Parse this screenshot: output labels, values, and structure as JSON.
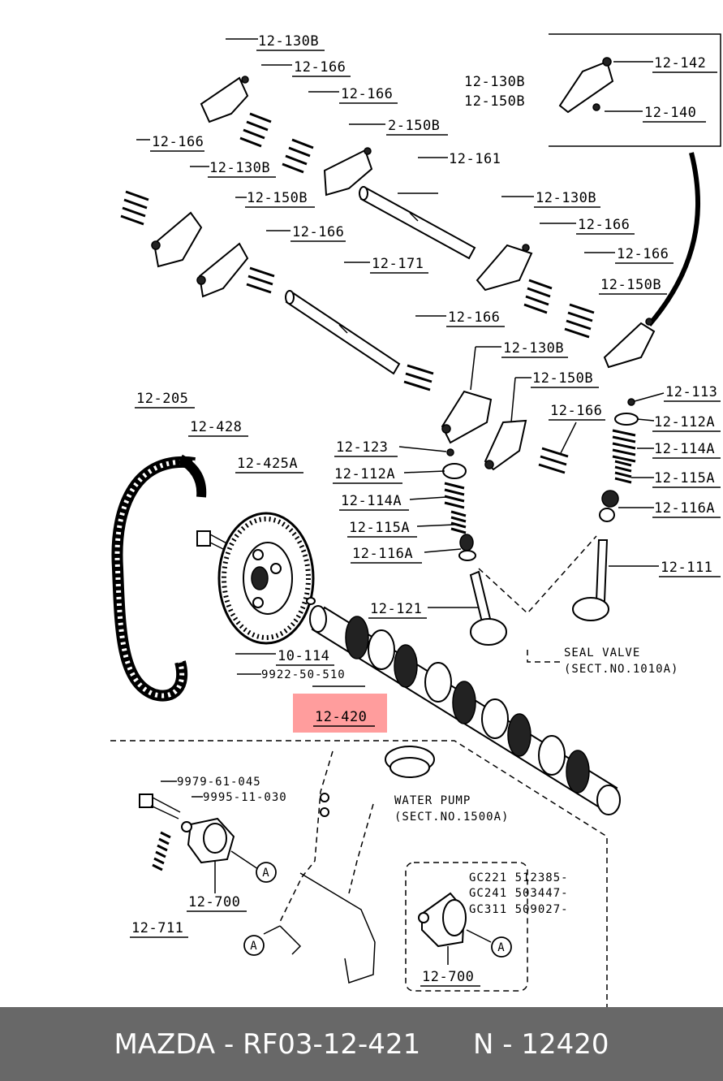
{
  "labels": {
    "l01": "12-130B",
    "l02": "12-166",
    "l03": "12-166",
    "l04": "2-150B",
    "l05": "12-166",
    "l06": "12-130B",
    "l07": "12-150B",
    "l08": "12-166",
    "l09": "12-171",
    "l10": "12-161",
    "l11": "12-130B",
    "l12": "12-166",
    "l13": "12-166",
    "l14": "12-150B",
    "l15": "12-166",
    "l16": "12-130B",
    "l17": "12-150B",
    "l18": "12-166",
    "l19": "12-130B",
    "l20": "12-150B",
    "l21": "12-142",
    "l22": "12-140",
    "l23": "12-205",
    "l24": "12-428",
    "l25": "12-425A",
    "l26": "12-123",
    "l27": "12-112A",
    "l28": "12-114A",
    "l29": "12-115A",
    "l30": "12-116A",
    "l31": "12-121",
    "l32": "12-113",
    "l33": "12-112A",
    "l34": "12-114A",
    "l35": "12-115A",
    "l36": "12-116A",
    "l37": "12-111",
    "l38": "10-114",
    "l39": "9922-50-510",
    "l40": "12-420",
    "l41": "9979-61-045",
    "l42": "9995-11-030",
    "l43": "12-700",
    "l44": "12-711",
    "l45": "12-700"
  },
  "notes": {
    "seal_valve_1": "SEAL VALVE",
    "seal_valve_2": "(SECT.NO.1010A)",
    "water_pump_1": "WATER PUMP",
    "water_pump_2": "(SECT.NO.1500A)",
    "gc221": "GC221  512385-",
    "gc241": "GC241  503447-",
    "gc311": "GC311  509027-"
  },
  "markers": {
    "a1": "A",
    "a2": "A",
    "a3": "A"
  },
  "highlight_color": "#ff8c8c",
  "footer": {
    "text": "MAZDA - RF03-12-421      N - 12420"
  }
}
